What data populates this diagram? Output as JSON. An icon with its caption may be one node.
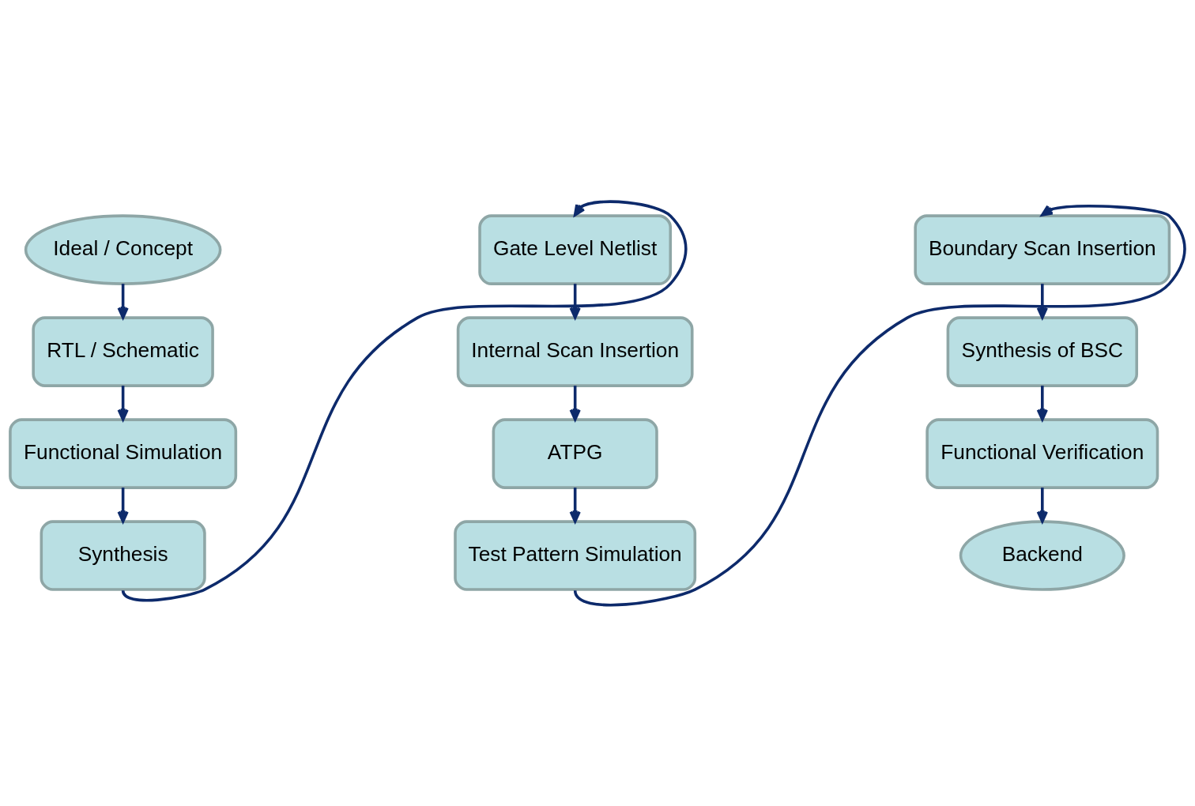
{
  "diagram": {
    "nodes": [
      {
        "text": [
          "Ideal / Concept"
        ]
      },
      {
        "text": [
          "RTL / Schematic"
        ]
      },
      {
        "text": [
          "Functional Simulation"
        ]
      },
      {
        "text": [
          "Synthesis"
        ]
      },
      {
        "text": [
          "Gate Level Netlist"
        ]
      },
      {
        "text": [
          "Internal Scan Insertion"
        ]
      },
      {
        "text": [
          "ATPG"
        ]
      },
      {
        "text": [
          "Test Pattern Simulation"
        ]
      },
      {
        "text": [
          "Boundary Scan Insertion"
        ]
      },
      {
        "text": [
          "Synthesis of BSC"
        ]
      },
      {
        "text": [
          "Functional Verification"
        ]
      },
      {
        "text": [
          "Backend"
        ]
      }
    ],
    "edges": [
      {
        "from": 0,
        "to": 1,
        "arrow": "to"
      },
      {
        "from": 1,
        "to": 2,
        "arrow": "to"
      },
      {
        "from": 2,
        "to": 3,
        "arrow": "to"
      },
      {
        "from": 3,
        "to": 4,
        "arrow": "to"
      },
      {
        "from": 4,
        "to": 5,
        "arrow": "to"
      },
      {
        "from": 5,
        "to": 6,
        "arrow": "to"
      },
      {
        "from": 6,
        "to": 7,
        "arrow": "to"
      },
      {
        "from": 7,
        "to": 8,
        "arrow": "to"
      },
      {
        "from": 8,
        "to": 9,
        "arrow": "to"
      },
      {
        "from": 9,
        "to": 10,
        "arrow": "to"
      },
      {
        "from": 10,
        "to": 11,
        "arrow": "to"
      }
    ]
  }
}
